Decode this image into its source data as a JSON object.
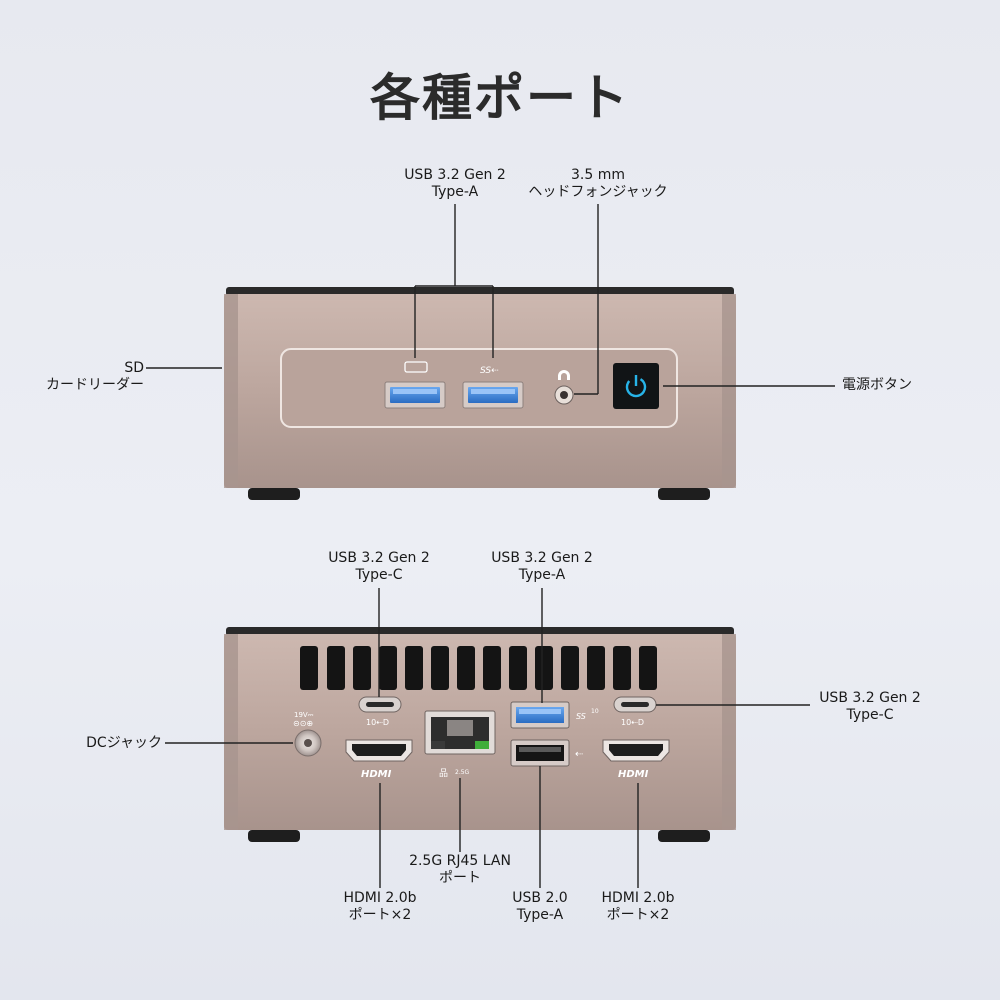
{
  "title": "各種ポート",
  "front": {
    "usb_a": [
      "USB 3.2 Gen 2",
      "Type-A"
    ],
    "headphone": [
      "3.5 mm",
      "ヘッドフォンジャック"
    ],
    "sd": [
      "SD",
      "カードリーダー"
    ],
    "power": "電源ボタン"
  },
  "back": {
    "usb_c_left": [
      "USB 3.2 Gen 2",
      "Type-C"
    ],
    "usb_a_top": [
      "USB 3.2 Gen 2",
      "Type-A"
    ],
    "usb_c_right": [
      "USB 3.2 Gen 2",
      "Type-C"
    ],
    "dc": "DCジャック",
    "lan": [
      "2.5G RJ45 LAN",
      "ポート"
    ],
    "hdmi_left": [
      "HDMI 2.0b",
      "ポート×2"
    ],
    "usb2": [
      "USB 2.0",
      "Type-A"
    ],
    "hdmi_right": [
      "HDMI 2.0b",
      "ポート×2"
    ]
  },
  "port_marks": {
    "hdmi": "HDMI",
    "lan_speed": "2.5G",
    "dc_rating": "19V⎓",
    "usb_ss": "SS",
    "usb_10": "10"
  },
  "colors": {
    "chassis": "#bfa9a2",
    "chassis_dark": "#8d7c77",
    "usb3_blue": "#3b7fd4",
    "power_glow": "#27b3e8",
    "leader_line": "#222222"
  }
}
